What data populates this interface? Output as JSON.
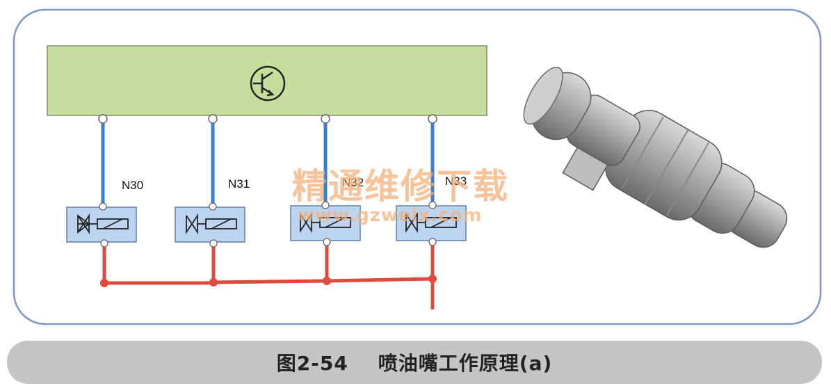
{
  "figure": {
    "caption": "图2-54    喷油嘴工作原理(a)",
    "watermark_cn": "精通维修下载",
    "watermark_url": "www.gzweix.com"
  },
  "injectors": [
    {
      "label": "N30"
    },
    {
      "label": "N31"
    },
    {
      "label": "N32"
    },
    {
      "label": "N33"
    }
  ],
  "colors": {
    "ecu_fill": "#c6dd9d",
    "signal_wire": "#3c7fd0",
    "supply_wire": "#de4b3c",
    "injector_box": "#bcd4f0",
    "frame": "#7a98c7"
  },
  "icons": {
    "ecu": "transistor-icon",
    "injector": "solenoid-valve-icon",
    "part": "fuel-injector-icon"
  }
}
